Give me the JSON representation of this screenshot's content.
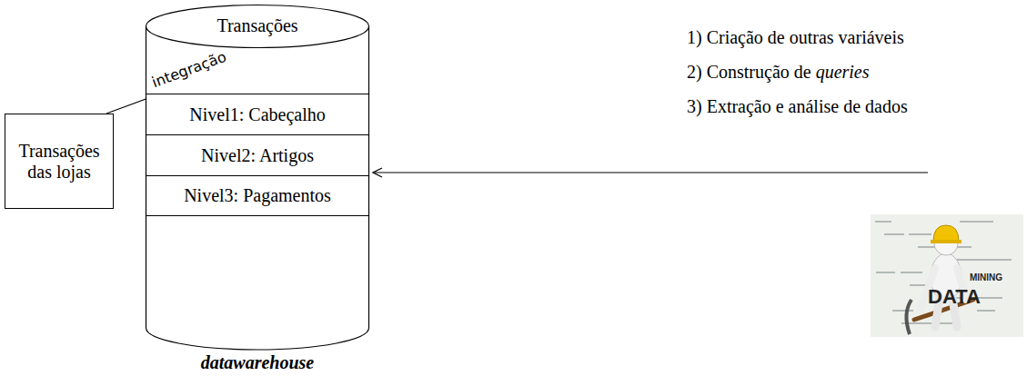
{
  "diagram": {
    "nodes": [
      {
        "text": [
          "Transações das lojas"
        ]
      },
      {
        "text": [
          "Transações",
          "datawarehouse"
        ]
      },
      {
        "text": [
          "Nivel1: Cabeçalho"
        ],
        "in": 1
      },
      {
        "text": [
          "Nivel2: Artigos"
        ],
        "in": 1
      },
      {
        "text": [
          "Nivel3: Pagamentos"
        ],
        "in": 1
      }
    ],
    "edges": [
      {
        "from": 0,
        "to": 1,
        "label": "integração",
        "arrow": "to"
      }
    ],
    "labels": [
      "1) Criação de outras variáveis",
      "2) Construção de",
      "queries",
      "3) Extração e análise de dados",
      "DATA",
      "MINING"
    ]
  }
}
